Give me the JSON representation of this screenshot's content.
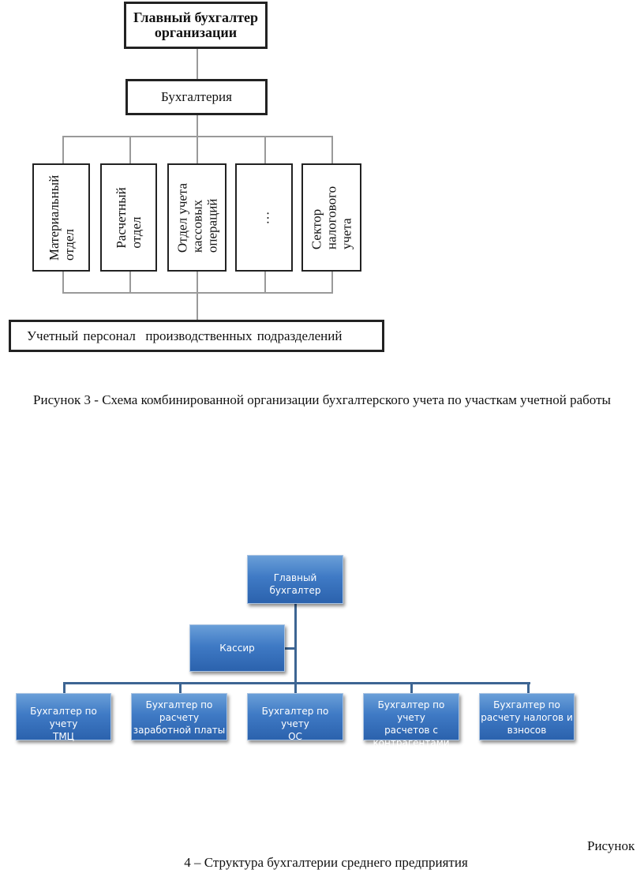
{
  "diagram1": {
    "top": "Главный бухгалтер\nорганизации",
    "middle": "Бухгалтерия",
    "departments": [
      "Материальный\nотдел",
      "Расчетный\nотдел",
      "Отдел учета\nкассовых\nопераций",
      "…",
      "Сектор\nналогового\nучета"
    ],
    "bottom": "Учетный персонал  производственных подразделений",
    "caption": "Рисунок 3 - Схема комбинированной организации бухгалтерского учета по участкам учетной работы"
  },
  "diagram2": {
    "top": "Главный бухгалтер",
    "side": "Кассир",
    "children": [
      "Бухгалтер по учету\nТМЦ",
      "Бухгалтер по\nрасчету\nзаработной платы",
      "Бухгалтер по учету\nОС",
      "Бухгалтер по учету\nрасчетов с\nконтрагентами",
      "Бухгалтер по\nрасчету налогов и\nвзносов"
    ],
    "caption_word": "Рисунок",
    "caption_rest": "4 – Структура бухгалтерии среднего предприятия"
  }
}
